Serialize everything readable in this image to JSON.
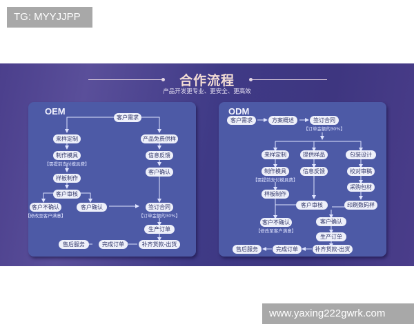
{
  "watermarks": {
    "top_left": "TG: MYYJJPP",
    "bottom_right": "www.yaxing222gwrk.com"
  },
  "header": {
    "title": "合作流程",
    "subtitle": "产品开发更专业、更安全、更高效"
  },
  "colors": {
    "banner_bg": "#433a88",
    "panel_bg": "#4d5aa6",
    "node_bg": "#eef0fa",
    "node_text": "#33386a",
    "line": "#dfe4ff",
    "title": "#f2dcd4"
  },
  "oem": {
    "title": "OEM",
    "nodes": {
      "demand": "客户需求",
      "custom_sample": "来样定制",
      "free_sample": "产品免费供样",
      "make_mold": "制作模具",
      "make_mold_note": "【需提前支付模具费】",
      "feedback": "信息反馈",
      "sample_make": "样板制作",
      "confirm_right": "客户确认",
      "review": "客户审核",
      "not_confirm": "客户不确认",
      "not_confirm_note": "【修改至客户满意】",
      "confirm_mid": "客户确认",
      "contract": "签订合同",
      "contract_note": "【订单金额的30%】",
      "production": "生产订单",
      "pay_ship": "补齐货款-出货",
      "complete": "完成订单",
      "after_sales": "售后服务"
    }
  },
  "odm": {
    "title": "ODM",
    "nodes": {
      "demand": "客户需求",
      "proposal": "方案概述",
      "contract": "签订合同",
      "contract_note": "【订单金额的30%】",
      "custom_sample": "来样定制",
      "provide_sample": "提供样品",
      "package_design": "包装设计",
      "make_mold": "制作模具",
      "make_mold_note": "【需提前支付模具费】",
      "feedback": "信息反馈",
      "proof_draft": "校对审稿",
      "purchase_material": "采购包材",
      "sample_make": "样板制作",
      "review": "客户审核",
      "print_digital": "印刷数码样",
      "not_confirm": "客户不确认",
      "not_confirm_note": "【修改至客户满意】",
      "confirm": "客户确认",
      "production": "生产订单",
      "pay_ship": "补齐货款-出货",
      "complete": "完成订单",
      "after_sales": "售后服务"
    }
  }
}
